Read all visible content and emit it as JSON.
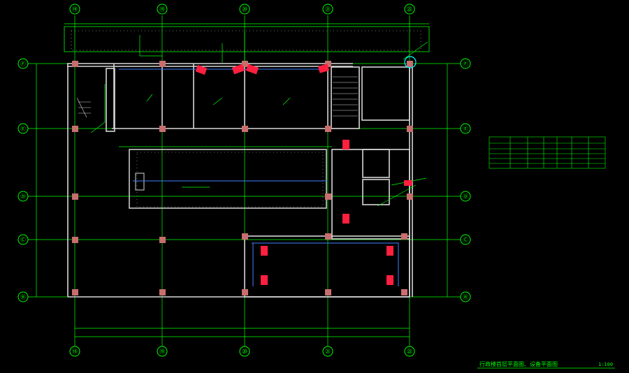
{
  "axes": {
    "columns": [
      "⑱",
      "⑲",
      "⑳",
      "㉑",
      "㉒"
    ],
    "rows": [
      "Ⓕ",
      "Ⓔ",
      "Ⓓ",
      "Ⓒ",
      "Ⓑ"
    ]
  },
  "drawing": {
    "title": "行政楼首层平面图、设备平面图",
    "scale": "1:100"
  },
  "colors": {
    "background": "#000000",
    "wall": "#d7d7d7",
    "dim": "#00ff00",
    "pipe": "#4080ff",
    "equipment": "#ff2040",
    "column": "#c86e6e"
  }
}
